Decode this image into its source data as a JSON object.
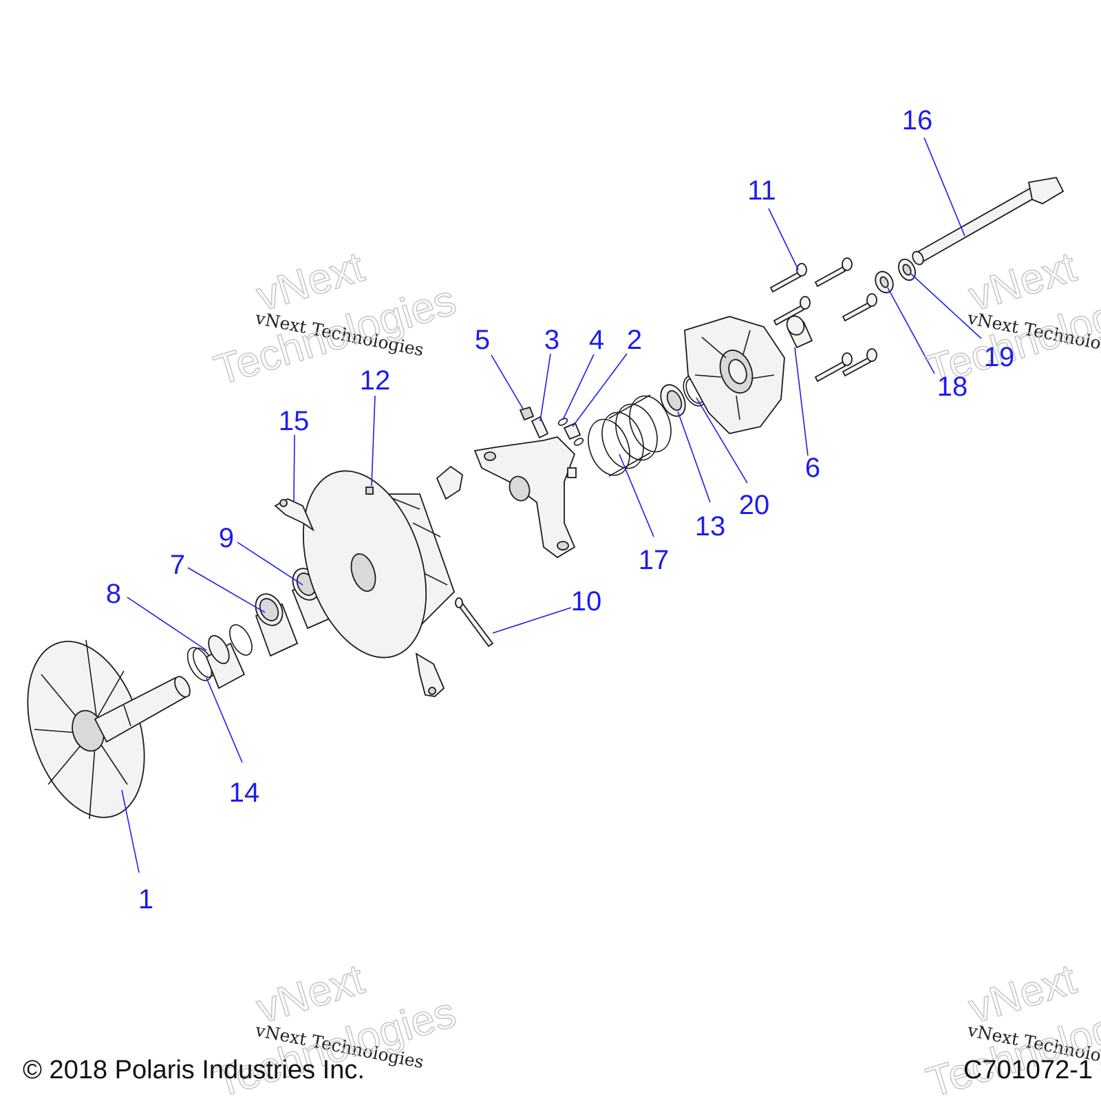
{
  "callouts": [
    {
      "id": "1",
      "label": "1"
    },
    {
      "id": "2",
      "label": "2"
    },
    {
      "id": "3",
      "label": "3"
    },
    {
      "id": "4",
      "label": "4"
    },
    {
      "id": "5",
      "label": "5"
    },
    {
      "id": "6",
      "label": "6"
    },
    {
      "id": "7",
      "label": "7"
    },
    {
      "id": "8",
      "label": "8"
    },
    {
      "id": "9",
      "label": "9"
    },
    {
      "id": "10",
      "label": "10"
    },
    {
      "id": "11",
      "label": "11"
    },
    {
      "id": "12",
      "label": "12"
    },
    {
      "id": "13",
      "label": "13"
    },
    {
      "id": "14",
      "label": "14"
    },
    {
      "id": "15",
      "label": "15"
    },
    {
      "id": "16",
      "label": "16"
    },
    {
      "id": "17",
      "label": "17"
    },
    {
      "id": "18",
      "label": "18"
    },
    {
      "id": "19",
      "label": "19"
    },
    {
      "id": "20",
      "label": "20"
    }
  ],
  "watermark": {
    "small": "vNext Technologies",
    "big_line1": "vNext",
    "big_line2": "Technologies"
  },
  "footer": {
    "copyright": "© 2018 Polaris Industries Inc.",
    "drawing_number": "C701072-1"
  },
  "colors": {
    "callout": "#1c1cf0",
    "line": "#1a1a1a"
  }
}
